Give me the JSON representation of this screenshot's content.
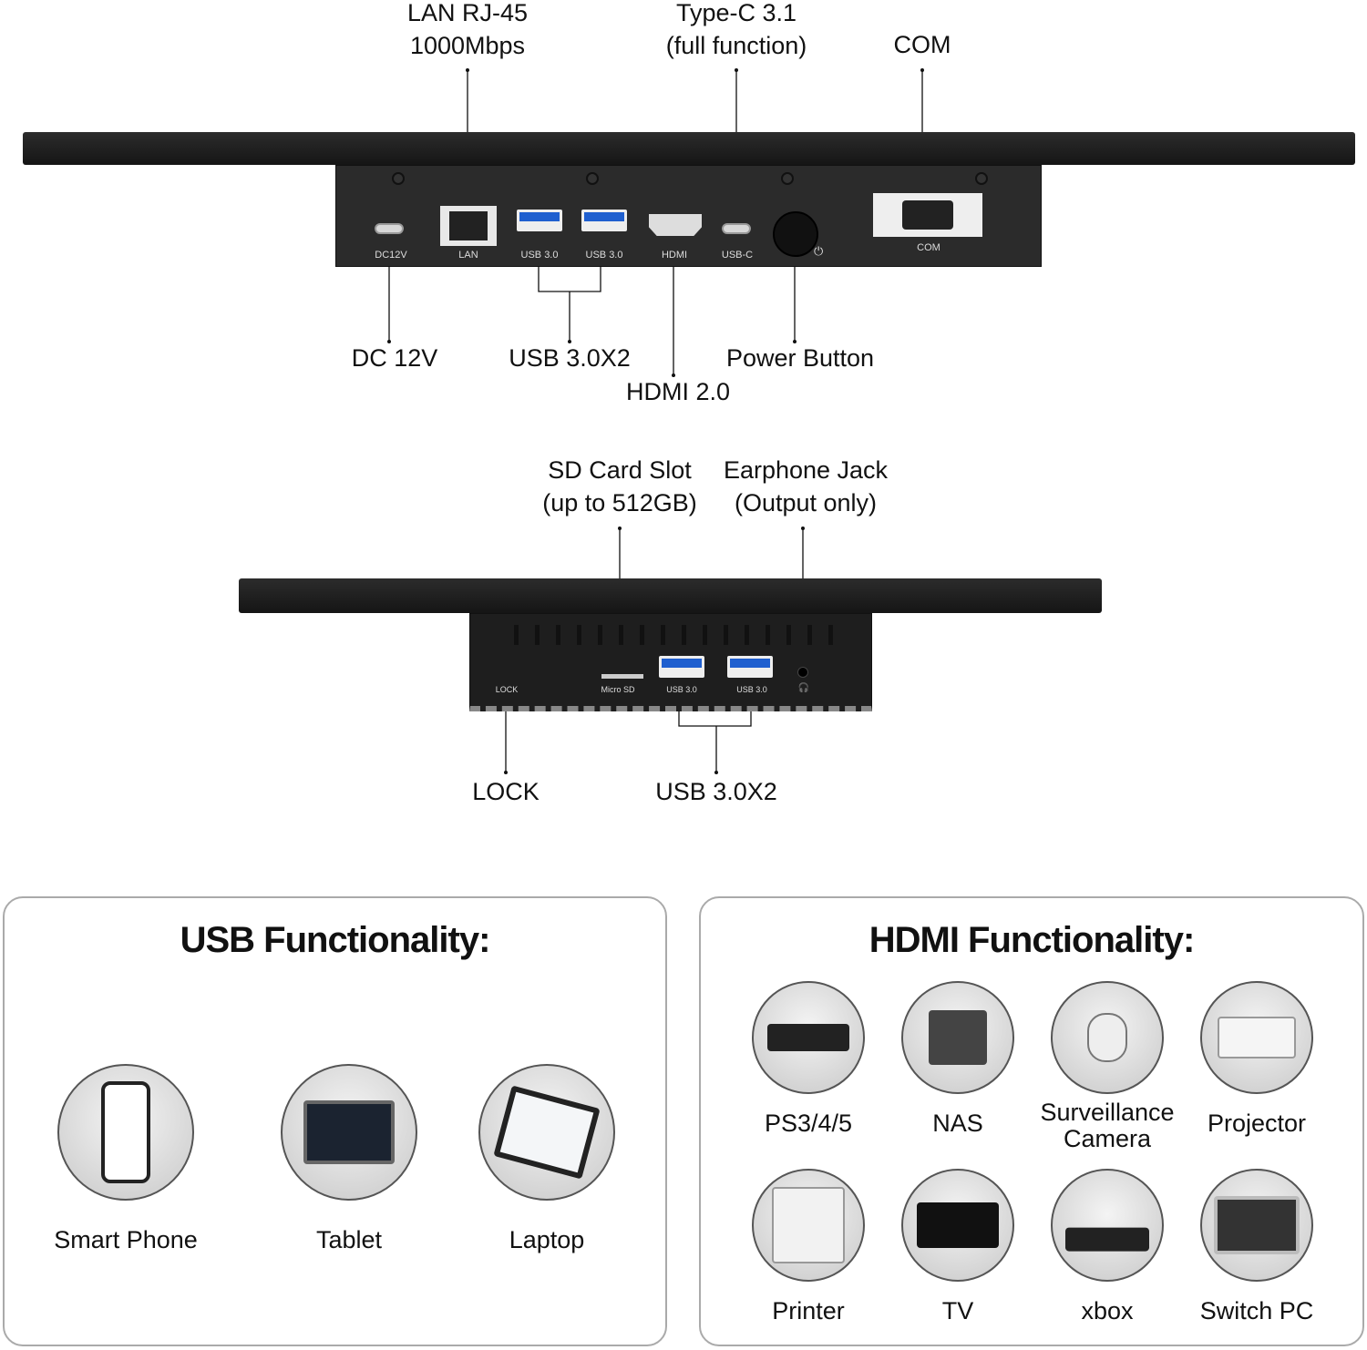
{
  "rear_view": {
    "callouts_top": [
      {
        "line1": "LAN RJ-45",
        "line2": "1000Mbps"
      },
      {
        "line1": "Type-C 3.1",
        "line2": "(full function)"
      },
      {
        "line1": "COM",
        "line2": ""
      }
    ],
    "callouts_bottom": {
      "dc": "DC 12V",
      "usb": "USB 3.0X2",
      "hdmi": "HDMI 2.0",
      "power": "Power Button"
    },
    "port_labels": [
      "DC12V",
      "LAN",
      "USB 3.0",
      "USB 3.0",
      "HDMI",
      "USB-C",
      "COM"
    ]
  },
  "side_view": {
    "callouts_top": [
      {
        "line1": "SD Card Slot",
        "line2": "(up to 512GB)"
      },
      {
        "line1": "Earphone Jack",
        "line2": "(Output only)"
      }
    ],
    "callouts_bottom": {
      "lock": "LOCK",
      "usb": "USB 3.0X2"
    },
    "port_labels": [
      "LOCK",
      "Micro SD",
      "USB 3.0",
      "USB 3.0"
    ]
  },
  "usb_panel": {
    "title": "USB Functionality:",
    "items": [
      "Smart Phone",
      "Tablet",
      "Laptop"
    ]
  },
  "hdmi_panel": {
    "title": "HDMI Functionality:",
    "items": [
      "PS3/4/5",
      "NAS",
      "Surveillance Camera",
      "Projector",
      "Printer",
      "TV",
      "xbox",
      "Switch PC"
    ]
  }
}
